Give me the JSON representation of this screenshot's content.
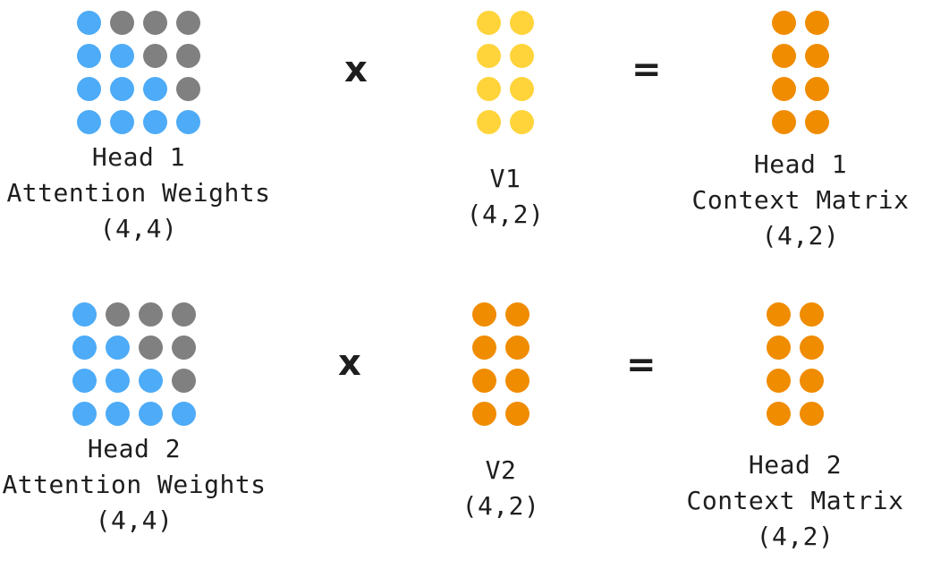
{
  "colors": {
    "attention_active": "#4dabf7",
    "attention_masked": "#808080",
    "v1": "#ffd43b",
    "v2": "#f08c00",
    "context": "#f08c00",
    "text": "#1e1e1e"
  },
  "rows": [
    {
      "attention": {
        "title": "Head 1",
        "subtitle": "Attention Weights",
        "shape": "(4,4)",
        "mask": [
          [
            1,
            0,
            0,
            0
          ],
          [
            1,
            1,
            0,
            0
          ],
          [
            1,
            1,
            1,
            0
          ],
          [
            1,
            1,
            1,
            1
          ]
        ]
      },
      "multiply_symbol": "x",
      "value": {
        "title": "V1",
        "shape": "(4,2)",
        "rows": 4,
        "cols": 2,
        "color_key": "v1"
      },
      "equals_symbol": "=",
      "context": {
        "title": "Head 1",
        "subtitle": "Context Matrix",
        "shape": "(4,2)",
        "rows": 4,
        "cols": 2
      }
    },
    {
      "attention": {
        "title": "Head 2",
        "subtitle": "Attention Weights",
        "shape": "(4,4)",
        "mask": [
          [
            1,
            0,
            0,
            0
          ],
          [
            1,
            1,
            0,
            0
          ],
          [
            1,
            1,
            1,
            0
          ],
          [
            1,
            1,
            1,
            1
          ]
        ]
      },
      "multiply_symbol": "x",
      "value": {
        "title": "V2",
        "shape": "(4,2)",
        "rows": 4,
        "cols": 2,
        "color_key": "v2"
      },
      "equals_symbol": "=",
      "context": {
        "title": "Head 2",
        "subtitle": "Context Matrix",
        "shape": "(4,2)",
        "rows": 4,
        "cols": 2
      }
    }
  ]
}
